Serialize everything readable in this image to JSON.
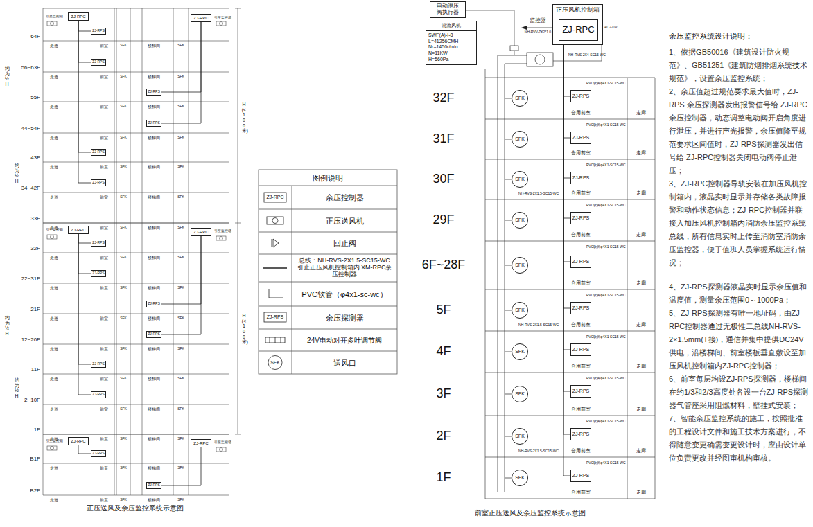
{
  "diagram": {
    "nodes": [
      {
        "text": [
          "ZJ-RPC"
        ]
      },
      {
        "text": [
          "ZJ-RPC"
        ]
      },
      {
        "text": [
          "ZJ-RPS"
        ]
      },
      {
        "text": [
          "ZJ-RPS"
        ]
      },
      {
        "text": [
          "ZJ-RPS"
        ]
      },
      {
        "text": [
          "ZJ-RPS"
        ]
      },
      {
        "text": [
          "ZJ-RPS"
        ]
      },
      {
        "text": [
          "ZJ-RPS"
        ]
      },
      {
        "text": [
          "ZJ-RPC"
        ]
      },
      {
        "text": [
          "ZJ-RPC"
        ]
      },
      {
        "text": [
          "ZJ-RPS"
        ]
      },
      {
        "text": [
          "ZJ-RPS"
        ]
      },
      {
        "text": [
          "ZJ-RPS"
        ]
      },
      {
        "text": [
          "ZJ-RPS"
        ]
      },
      {
        "text": [
          "ZJ-RPS"
        ]
      },
      {
        "text": [
          "ZJ-RPS"
        ]
      },
      {
        "text": [
          "ZJ-RPC"
        ]
      },
      {
        "text": [
          "ZJ-RPC"
        ]
      },
      {
        "text": [
          "ZJ-RPS"
        ]
      },
      {
        "text": [
          "ZJ-RPS"
        ]
      },
      {
        "text": [
          "电动泄压 阀执行器"
        ]
      },
      {
        "text": [
          "混流风机",
          "SWF(A)-I-8",
          "L=41256CMH",
          "Nr=1450r/min",
          "N=11KW",
          "H=560Pa"
        ]
      },
      {
        "text": [
          "正压风机控制箱"
        ]
      },
      {
        "text": [
          "ZJ-RPC"
        ],
        "in": 22
      },
      {
        "text": [
          "SFK"
        ]
      },
      {
        "text": [
          "ZJ-RPS"
        ]
      },
      {
        "text": [
          "SFK"
        ]
      },
      {
        "text": [
          "ZJ-RPS"
        ]
      },
      {
        "text": [
          "SFK"
        ]
      },
      {
        "text": [
          "ZJ-RPS"
        ]
      },
      {
        "text": [
          "SFK"
        ]
      },
      {
        "text": [
          "ZJ-RPS"
        ]
      },
      {
        "text": [
          "SFK"
        ]
      },
      {
        "text": [
          "ZJ-RPS"
        ]
      },
      {
        "text": [
          "SFK"
        ]
      },
      {
        "text": [
          "ZJ-RPS"
        ]
      },
      {
        "text": [
          "SFK"
        ]
      },
      {
        "text": [
          "ZJ-RPS"
        ]
      },
      {
        "text": [
          "SFK"
        ]
      },
      {
        "text": [
          "ZJ-RPS"
        ]
      },
      {
        "text": [
          "SFK"
        ]
      },
      {
        "text": [
          "ZJ-RPS"
        ]
      },
      {
        "text": [
          "SFK"
        ]
      },
      {
        "text": [
          "ZJ-RPS"
        ]
      }
    ],
    "edges": [
      {
        "from": 0,
        "to": 2,
        "arrow": "none"
      },
      {
        "from": 0,
        "to": 3,
        "arrow": "none"
      },
      {
        "from": 0,
        "to": 6,
        "arrow": "none"
      },
      {
        "from": 0,
        "to": 7,
        "arrow": "none"
      },
      {
        "from": 1,
        "to": 4,
        "arrow": "none"
      },
      {
        "from": 1,
        "to": 5,
        "arrow": "none"
      },
      {
        "from": 8,
        "to": 10,
        "arrow": "none"
      },
      {
        "from": 8,
        "to": 11,
        "arrow": "none"
      },
      {
        "from": 8,
        "to": 14,
        "arrow": "none"
      },
      {
        "from": 8,
        "to": 15,
        "arrow": "none"
      },
      {
        "from": 9,
        "to": 12,
        "arrow": "none"
      },
      {
        "from": 9,
        "to": 13,
        "arrow": "none"
      },
      {
        "from": 16,
        "to": 18,
        "arrow": "none"
      },
      {
        "from": 17,
        "to": 19,
        "arrow": "none"
      },
      {
        "from": 23,
        "to": 25,
        "arrow": "none"
      },
      {
        "from": 23,
        "to": 27,
        "arrow": "none"
      },
      {
        "from": 23,
        "to": 29,
        "arrow": "none"
      },
      {
        "from": 23,
        "to": 31,
        "arrow": "none"
      },
      {
        "from": 23,
        "to": 33,
        "arrow": "none"
      },
      {
        "from": 23,
        "to": 35,
        "arrow": "none"
      },
      {
        "from": 23,
        "to": 37,
        "arrow": "none"
      },
      {
        "from": 23,
        "to": 39,
        "arrow": "none"
      },
      {
        "from": 23,
        "to": 41,
        "arrow": "none"
      },
      {
        "from": 23,
        "to": 43,
        "arrow": "none"
      }
    ],
    "labels": [
      "64F",
      "56~63F",
      "55F",
      "44~54F",
      "43F",
      "34~42F",
      "33F",
      "32F",
      "22~31F",
      "21F",
      "12~20F",
      "11F",
      "2~10F",
      "1F",
      "B1F",
      "B2F",
      "走道",
      "前室",
      "楼梯间",
      "SFK",
      "SFK",
      "走道",
      "前室",
      "楼梯间",
      "SFK",
      "SFK",
      "走道",
      "前室",
      "楼梯间",
      "SFK",
      "SFK",
      "走道",
      "前室",
      "楼梯间",
      "SFK",
      "SFK",
      "走道",
      "前室",
      "楼梯间",
      "SFK",
      "SFK",
      "走道",
      "前室",
      "楼梯间",
      "SFK",
      "SFK",
      "走道",
      "前室",
      "楼梯间",
      "SFK",
      "SFK",
      "走道",
      "前室",
      "楼梯间",
      "SFK",
      "SFK",
      "走道",
      "前室",
      "楼梯间",
      "SFK",
      "SFK",
      "走道",
      "前室",
      "楼梯间",
      "SFK",
      "SFK",
      "走道",
      "前室",
      "楼梯间",
      "SFK",
      "SFK",
      "走道",
      "前室",
      "楼梯间",
      "SFK",
      "SFK",
      "走道",
      "前室",
      "楼梯间",
      "SFK",
      "SFK",
      "走道",
      "前室",
      "楼梯间",
      "SFK",
      "SFK",
      "走道",
      "前室",
      "楼梯间",
      "SFK",
      "SFK",
      "走道",
      "前室",
      "楼梯间",
      "SFK",
      "SFK",
      "引至监控箱",
      "引至监控箱",
      "引至监控箱",
      "引至监控箱",
      "引至监控箱",
      "引至监控箱",
      "H(<100米)",
      "H(<100米)",
      "约为½H",
      "约为½H",
      "约为½H",
      "约为½H",
      "正压送风及余压监控系统示意图",
      "图例说明",
      "ZJ-RPC",
      "ZJ-RPS",
      "SFK",
      "32F",
      "31F",
      "30F",
      "29F",
      "6F~28F",
      "5F",
      "4F",
      "3F",
      "2F",
      "1F",
      "PVC软管φ4X1-SC15-WC",
      "合用前室",
      "走廊",
      "PVC软管φ4X1-SC15-WC",
      "合用前室",
      "走廊",
      "PVC软管φ4X1-SC15-WC",
      "合用前室",
      "走廊",
      "PVC软管φ4X1-SC15-WC",
      "合用前室",
      "走廊",
      "PVC软管φ4X1-SC15-WC",
      "合用前室",
      "走廊",
      "PVC软管φ4X1-SC15-WC",
      "合用前室",
      "走廊",
      "PVC软管φ4X1-SC15-WC",
      "合用前室",
      "走廊",
      "PVC软管φ4X1-SC15-WC",
      "合用前室",
      "走廊",
      "PVC软管φ4X1-SC15-WC",
      "合用前室",
      "走廊",
      "PVC软管φ4X1-SC15-WC",
      "合用前室",
      "走廊",
      "监控器",
      "NH-RVV-7X2*1.0",
      "AC220V",
      "NH-RVS-2X4-SC15-WC",
      "NH-RVS-2X1.5-SC15-WC",
      "NH-RVS-2X1.5-SC15-WC",
      "NH-RVS-2X1.5-SC15-WC",
      "前室正压送风及余压监控系统示意图",
      "余压监控系统设计说明：",
      "1、依据GB50016《建筑设计防火规范》、GB51251《建筑防烟排烟系统技术规范》，设置余压监控系统；",
      "2、余压值超过规范要求最大值时，ZJ-RPS 余压探测器发出报警信号给 ZJ-RPC余压控制器，动态调整电动阀开启角度进行泄压，并进行声光报警，余压值降至规范要求区间值时，ZJ-RPS探测器发出信号给 ZJ-RPC控制器关闭电动阀停止泄压；",
      "3、ZJ-RPC控制器导轨安装在加压风机控制箱内，液晶实时显示并存储各类故障报警和动作状态信息；ZJ-RPC控制器并联接入加压风机控制箱内消防余压监控系统总线，所有信息实时上传至消防室消防余压监控器，便于值班人员掌握系统运行情况；",
      "4、ZJ-RPS探测器液晶实时显示余压值和温度值，测量余压范围0～1000Pa；",
      "5、ZJ-RPS探测器有唯一地址码，由ZJ-RPC控制器通过无极性二总线NH-RVS-2×1.5mm(T接)，通信并集中提供DC24V供电，沿楼梯间、前室楼板垂直敷设至加压风机控制箱内ZJ-RPC控制器；",
      "6、前室每层均设ZJ-RPS探测器，楼梯间在约1/3和2/3高度处各设一台ZJ-RPS探测器气管座采用阻燃材料，壁挂式安装；",
      "7、智能余压监控系统的施工，按照批准的工程设计文件和施工技术方案进行，不得随意变更确需变更设计时，应由设计单位负责更改并经图审机构审核。"
    ],
    "legend": [
      {
        "text": "余压控制器"
      },
      {
        "text": "正压送风机"
      },
      {
        "text": "回止阀"
      },
      {
        "text": "总线：NH-RVS-2X1.5-SC15-WC 引止正压风机控制箱内 XM-RPC余压控制器"
      },
      {
        "text": "PVC软管（φ4x1-sc-wc）"
      },
      {
        "text": "余压探测器"
      },
      {
        "text": "24V电动对开多叶调节阀"
      },
      {
        "text": "送风口"
      }
    ]
  }
}
